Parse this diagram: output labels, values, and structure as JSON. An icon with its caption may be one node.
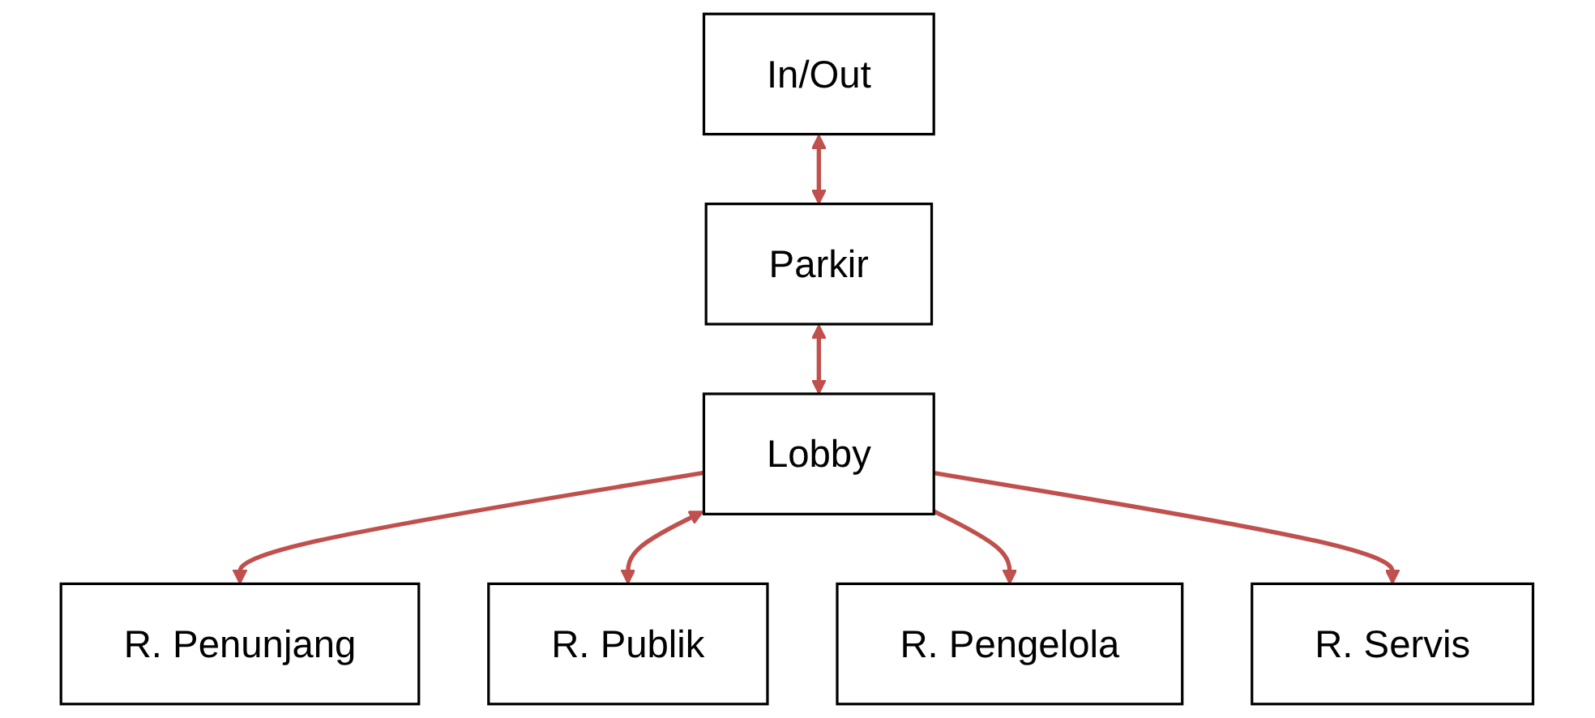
{
  "diagram": {
    "nodes": [
      {
        "text": [
          "In/Out"
        ]
      },
      {
        "text": [
          "Parkir"
        ]
      },
      {
        "text": [
          "R. Pengelola"
        ]
      },
      {
        "text": [
          "Lobby"
        ]
      },
      {
        "text": [
          "R. Penunjang"
        ]
      },
      {
        "text": [
          "R. Servis"
        ]
      },
      {
        "text": [
          "R. Publik"
        ]
      }
    ],
    "edges": [
      {
        "from": 0,
        "to": 1,
        "arrow": "both"
      },
      {
        "from": 1,
        "to": 3,
        "arrow": "both"
      },
      {
        "from": 3,
        "to": 4,
        "arrow": "to"
      },
      {
        "from": 3,
        "to": 6,
        "arrow": "both"
      },
      {
        "from": 3,
        "to": 2,
        "arrow": "to"
      },
      {
        "from": 3,
        "to": 5,
        "arrow": "to"
      }
    ]
  }
}
